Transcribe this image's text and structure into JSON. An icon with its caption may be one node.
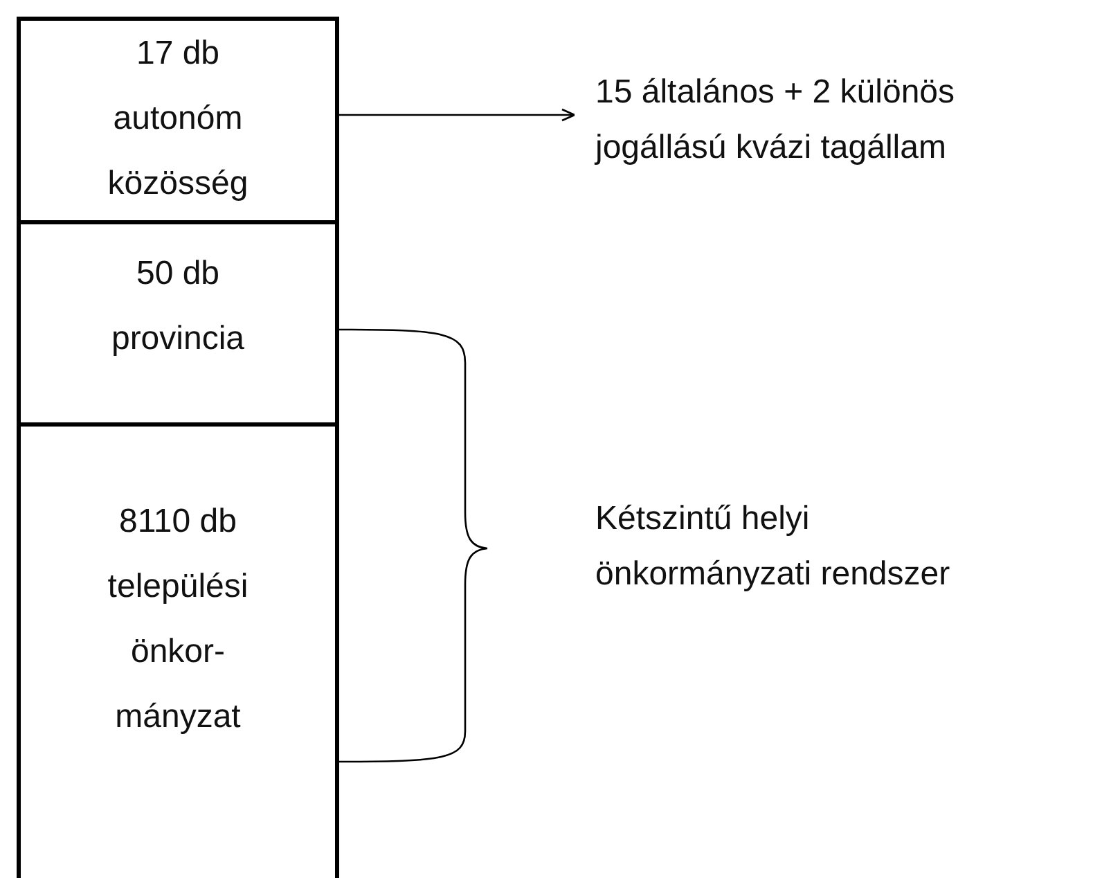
{
  "diagram": {
    "nodes": [
      {
        "text": [
          "17 db autonóm közösség"
        ]
      },
      {
        "text": [
          "50 db provincia"
        ]
      },
      {
        "text": [
          "8110 db települési önkor- mányzat"
        ]
      },
      {
        "text": [
          "15 általános + 2 különös jogállású kvázi tagállam"
        ]
      }
    ],
    "edges": [
      {
        "from": 0,
        "to": 3,
        "arrow": "to"
      }
    ],
    "labels": [
      "Kétszintű helyi önkormányzati rendszer"
    ]
  }
}
